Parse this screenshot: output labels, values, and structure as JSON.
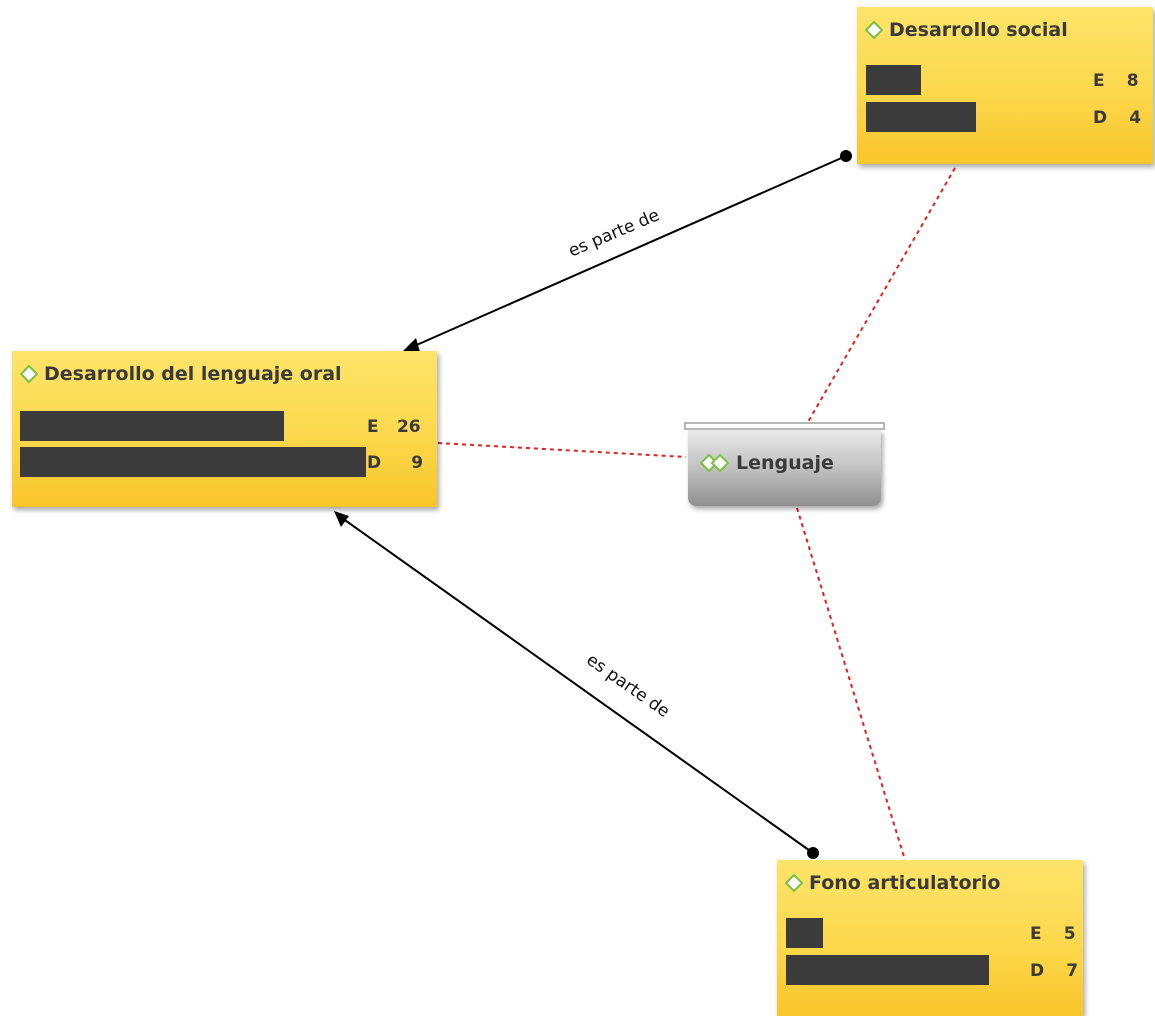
{
  "nodes": {
    "lenguaje_oral": {
      "title": "Desarrollo del lenguaje oral",
      "e_label": "E",
      "e_value": "26",
      "d_label": "D",
      "d_value": "9"
    },
    "social": {
      "title": "Desarrollo social",
      "e_label": "E",
      "e_value": "8",
      "d_label": "D",
      "d_value": "4"
    },
    "fono": {
      "title": "Fono articulatorio",
      "e_label": "E",
      "e_value": "5",
      "d_label": "D",
      "d_value": "7"
    }
  },
  "group": {
    "title": "Lenguaje"
  },
  "edges": {
    "top_label": "es parte de",
    "bottom_label": "es parte de"
  },
  "colors": {
    "node_fill": "#fcd84c",
    "group_fill": "#bdbdbd",
    "link_solid": "#000000",
    "link_dashed": "#e02020",
    "diamond_stroke": "#7ac143"
  },
  "icons": {
    "code": "green-diamond-icon",
    "group": "double-diamond-icon"
  }
}
